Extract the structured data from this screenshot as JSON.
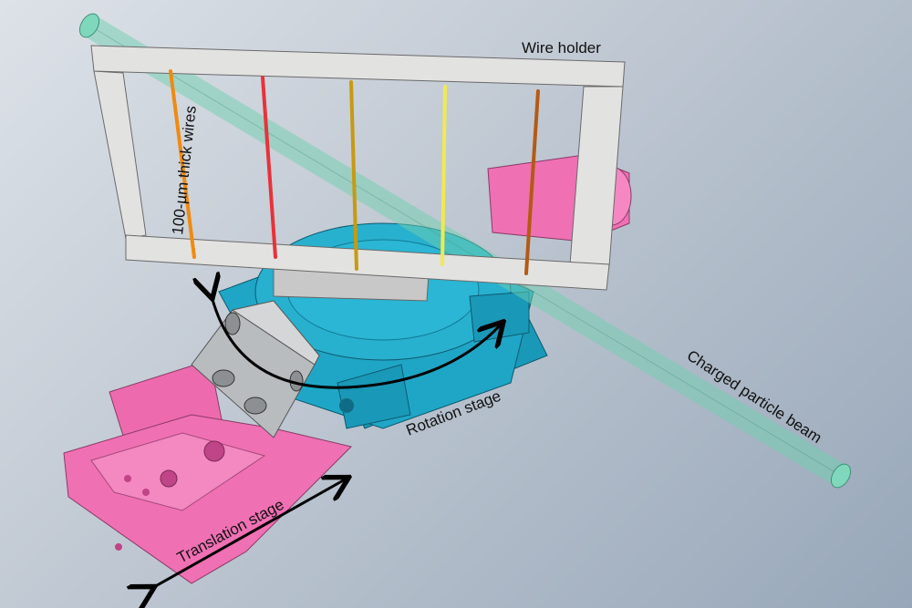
{
  "labels": {
    "wire_holder": "Wire holder",
    "wires": "100-µm thick wires",
    "rotation_stage": "Rotation stage",
    "beam": "Charged particle beam",
    "translation_stage": "Translation stage"
  },
  "colors": {
    "translation_stage": "#f06fb0",
    "rotation_stage": "#1fa6c6",
    "wire_holder": "#e2e2e0",
    "beam": "#6fcfb0",
    "wires": [
      "#f08a10",
      "#e8323a",
      "#c79a10",
      "#f0ea50",
      "#b45a14"
    ]
  }
}
